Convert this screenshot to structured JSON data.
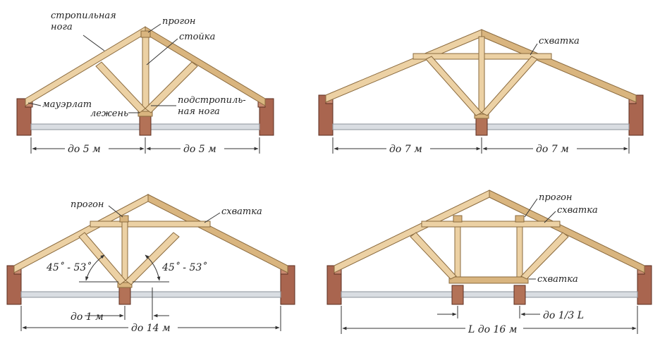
{
  "panels": [
    {
      "id": "tl",
      "labels": {
        "rafter_leg": [
          "стропильная",
          "нога"
        ],
        "purlin": "прогон",
        "strut": "стойка",
        "wall_plate": "мауэрлат",
        "sub_rafter": [
          "подстропиль-",
          "ная нога"
        ],
        "bed_beam": "лежень"
      },
      "spans": [
        "до 5 м",
        "до 5 м"
      ]
    },
    {
      "id": "tr",
      "labels": {
        "collar": "схватка"
      },
      "spans": [
        "до 7 м",
        "до 7 м"
      ]
    },
    {
      "id": "bl",
      "labels": {
        "purlin": "прогон",
        "collar": "схватка",
        "angle_left": "45˚ - 53˚",
        "angle_right": "45˚ - 53˚"
      },
      "spans": [
        "до 1 м",
        "до 14 м"
      ]
    },
    {
      "id": "br",
      "labels": {
        "purlin": "прогон",
        "collar_top": "схватка",
        "collar_low": "схватка"
      },
      "spans": [
        "L до 16 м",
        "до 1/3 L"
      ]
    }
  ],
  "colors": {
    "timber": "#ecd1a4",
    "wall": "#a9654f",
    "slab": "#d9dde2"
  }
}
